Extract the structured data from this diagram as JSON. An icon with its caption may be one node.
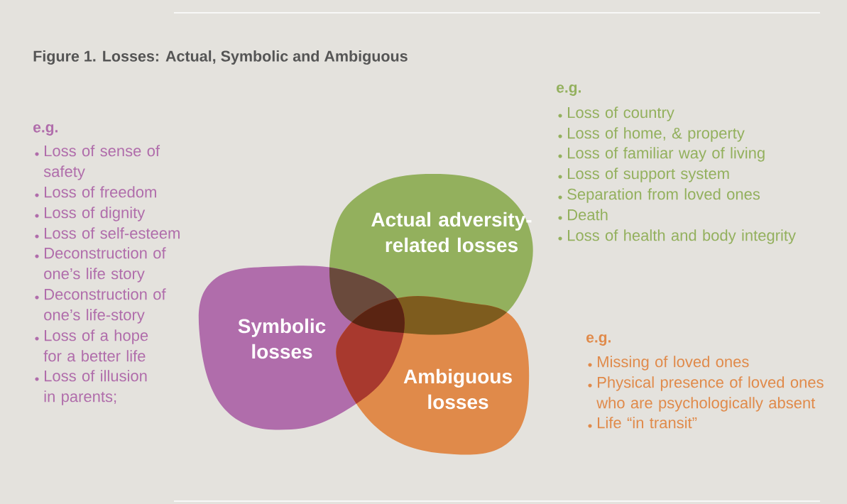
{
  "diagram": {
    "title": "Figure 1. Losses: Actual, Symbolic and Ambiguous",
    "nodes": [
      {
        "text": [
          "Actual adversity-related losses"
        ]
      },
      {
        "text": [
          "Symbolic losses"
        ]
      },
      {
        "text": [
          "Ambiguous losses"
        ]
      }
    ],
    "labels": [
      "e.g.",
      "Loss of sense of safety",
      "Loss of freedom",
      "Loss of dignity",
      "Loss of self-esteem",
      "Deconstruction of one’s life story",
      "Deconstruction of one’s life-story",
      "Loss of a hope for a better life",
      "Loss of illusion in parents;",
      "e.g.",
      "Loss of country",
      "Loss of home, & property",
      "Loss of familiar way of living",
      "Loss of support system",
      "Separation from loved ones",
      "Death",
      "Loss of health and body integrity",
      "e.g.",
      "Missing of loved ones",
      "Physical presence of loved ones who are psychologically absent",
      "Life “in transit”"
    ]
  }
}
